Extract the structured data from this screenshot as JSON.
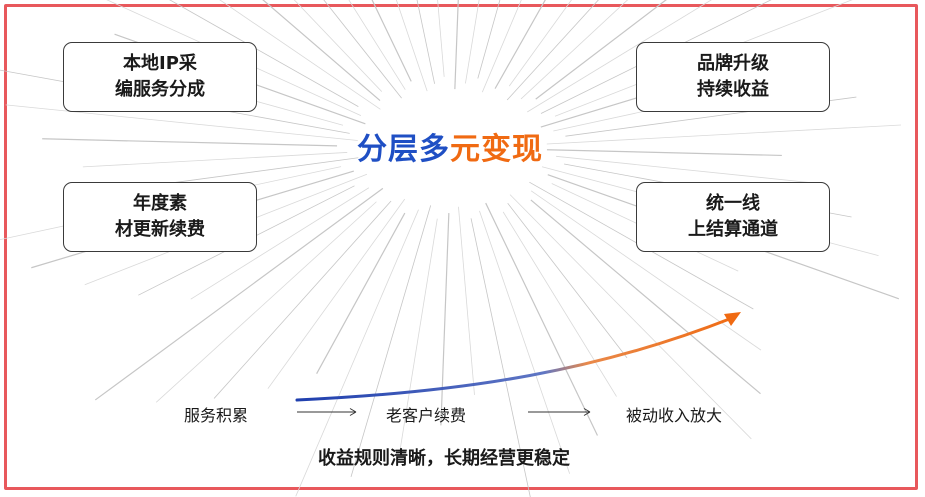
{
  "title": {
    "part1": "分层多",
    "part2": "元变现"
  },
  "boxes": {
    "top_left": {
      "line1": "本地IP采",
      "line2": "编服务分成"
    },
    "bottom_left": {
      "line1": "年度素",
      "line2": "材更新续费"
    },
    "top_right": {
      "line1": "品牌升级",
      "line2": "持续收益"
    },
    "bottom_right": {
      "line1": "统一线",
      "line2": "上结算通道"
    }
  },
  "flow": {
    "step1": "服务积累",
    "step2": "老客户续费",
    "step3": "被动收入放大"
  },
  "summary": "收益规则清晰，长期经营更稳定",
  "colors": {
    "blue": "#1f4fc4",
    "orange": "#f06a12",
    "frame": "#e8585c"
  }
}
